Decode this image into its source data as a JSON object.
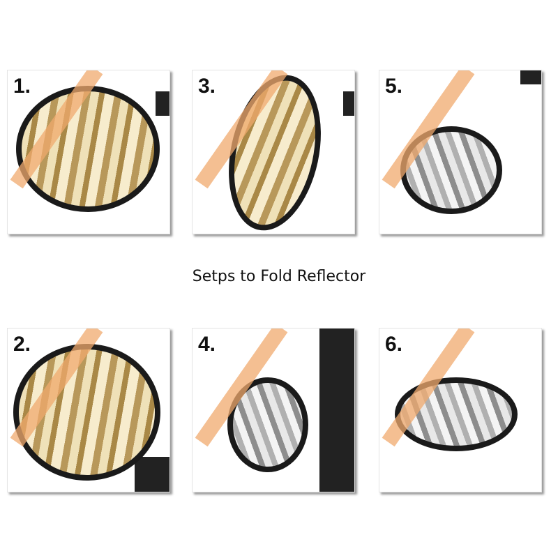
{
  "title": "Setps to Fold Reflector",
  "panels": [
    {
      "step": "1.",
      "material": "gold"
    },
    {
      "step": "3.",
      "material": "gold"
    },
    {
      "step": "5.",
      "material": "silver"
    },
    {
      "step": "2.",
      "material": "gold"
    },
    {
      "step": "4.",
      "material": "silver"
    },
    {
      "step": "6.",
      "material": "silver"
    }
  ],
  "colors": {
    "watermark": "#f0aa6e",
    "rim": "#1a1a1a",
    "gold": "#d9c28a",
    "silver": "#c8c8c8"
  }
}
